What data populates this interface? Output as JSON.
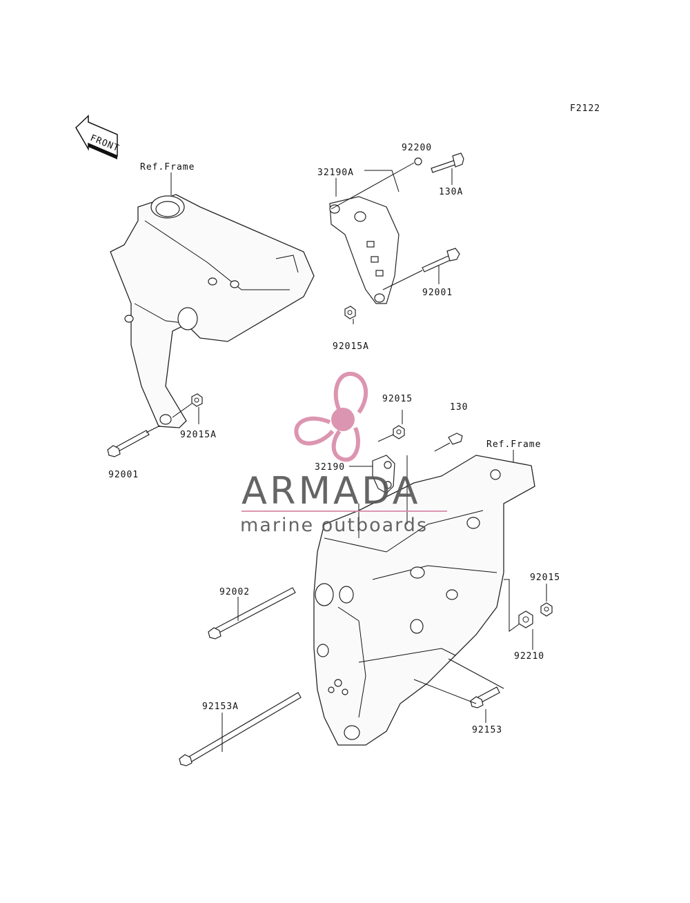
{
  "figure_code": "F2122",
  "front_label": "FRONT",
  "ref_frame_top": "Ref.Frame",
  "ref_frame_right": "Ref.Frame",
  "watermark": {
    "title": "ARMADA",
    "subtitle": "marine outboards",
    "color": "#d98aa8"
  },
  "parts": {
    "p92200": "92200",
    "p130A": "130A",
    "p32190A": "32190A",
    "p92001_top": "92001",
    "p92015A_top": "92015A",
    "p92015A_left": "92015A",
    "p92001_left": "92001",
    "p92015_center": "92015",
    "p130": "130",
    "p32190": "32190",
    "p92002": "92002",
    "p92015_right": "92015",
    "p92210": "92210",
    "p92153A": "92153A",
    "p92153": "92153"
  }
}
